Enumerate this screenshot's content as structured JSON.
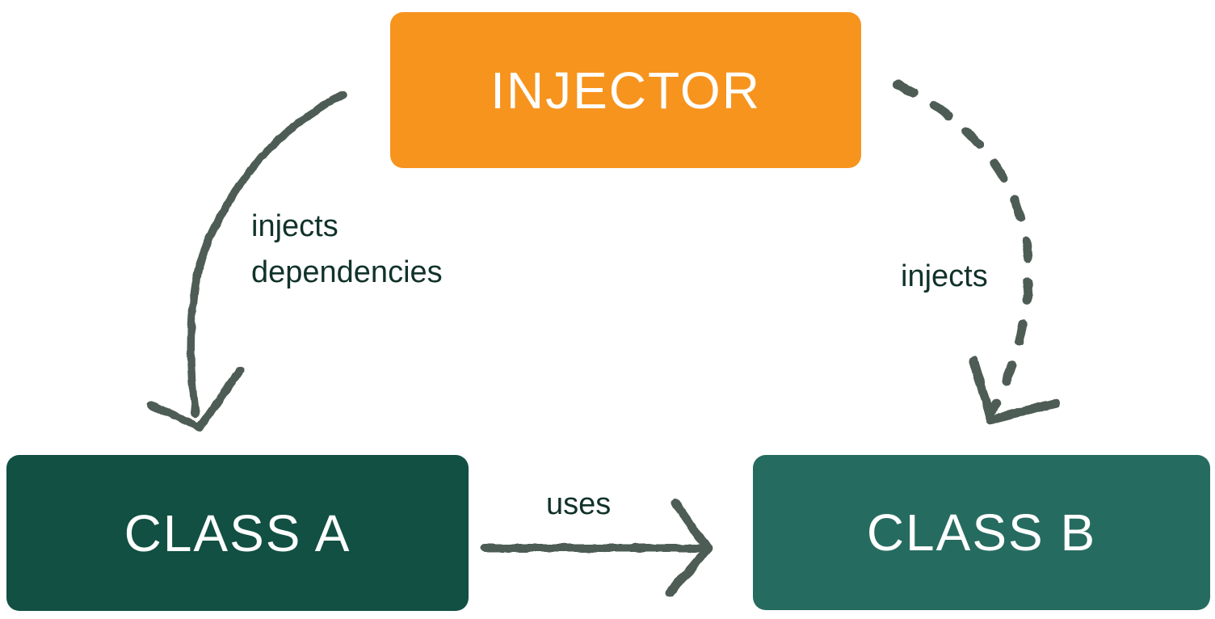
{
  "diagram": {
    "name": "dependency-injection-diagram",
    "nodes": [
      {
        "id": "injector",
        "label": "INJECTOR",
        "color": "#F7941E"
      },
      {
        "id": "class-a",
        "label": "CLASS A",
        "color": "#115043"
      },
      {
        "id": "class-b",
        "label": "CLASS B",
        "color": "#266B60"
      }
    ],
    "edges": [
      {
        "from": "injector",
        "to": "class-a",
        "style": "solid-curved",
        "label": "injects dependencies",
        "label_lines": [
          "injects",
          "dependencies"
        ]
      },
      {
        "from": "injector",
        "to": "class-b",
        "style": "dashed-curved",
        "label": "injects"
      },
      {
        "from": "class-a",
        "to": "class-b",
        "style": "solid-straight",
        "label": "uses"
      }
    ],
    "colors": {
      "arrow": "#4E5D55",
      "label_text": "#11322A",
      "node_text": "#FFFFFF",
      "background": "#FFFFFF"
    }
  }
}
